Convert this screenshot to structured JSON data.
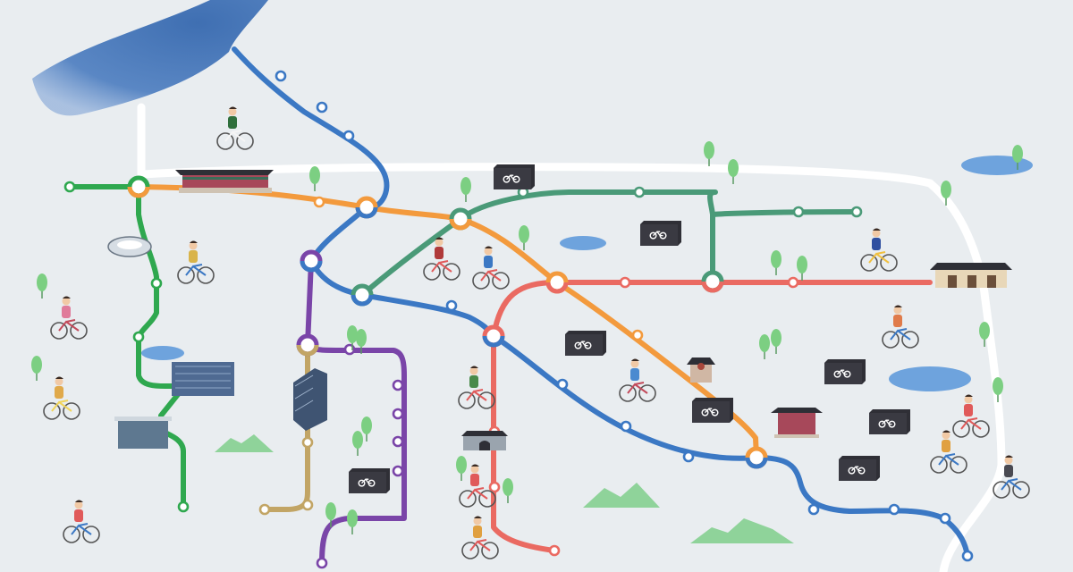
{
  "map": {
    "kind": "illustrated cycling / transit line map",
    "colors": {
      "background": "#e9edf0",
      "river": "#4f7fbf",
      "road": "#ffffff",
      "green_line": "#2fa84f",
      "orange_line": "#f39a3d",
      "blue_line": "#3b78c4",
      "teal_line": "#4a9a78",
      "red_line": "#ea6a62",
      "purple_line": "#7a45a8",
      "tan_line": "#c2a565",
      "bike_station": "#2f2f36",
      "tree": "#7ccf82",
      "hill": "#8fd39a",
      "pond": "#6ea3dd"
    },
    "lines": [
      {
        "id": "green",
        "color_key": "green_line"
      },
      {
        "id": "orange",
        "color_key": "orange_line"
      },
      {
        "id": "blue",
        "color_key": "blue_line"
      },
      {
        "id": "teal",
        "color_key": "teal_line"
      },
      {
        "id": "red",
        "color_key": "red_line"
      },
      {
        "id": "purple",
        "color_key": "purple_line"
      },
      {
        "id": "tan",
        "color_key": "tan_line"
      }
    ],
    "icons": {
      "bike_station": "bicycle-icon",
      "landmarks": [
        "palace-gate-icon",
        "stadium-icon",
        "modern-building-icon",
        "glass-tower-icon",
        "city-gate-icon",
        "pavilion-icon",
        "shrine-icon",
        "museum-icon"
      ],
      "cyclists": "cyclist-icon",
      "trees": "tree-icon",
      "hills": "hill-icon",
      "ponds": "pond-icon"
    }
  }
}
